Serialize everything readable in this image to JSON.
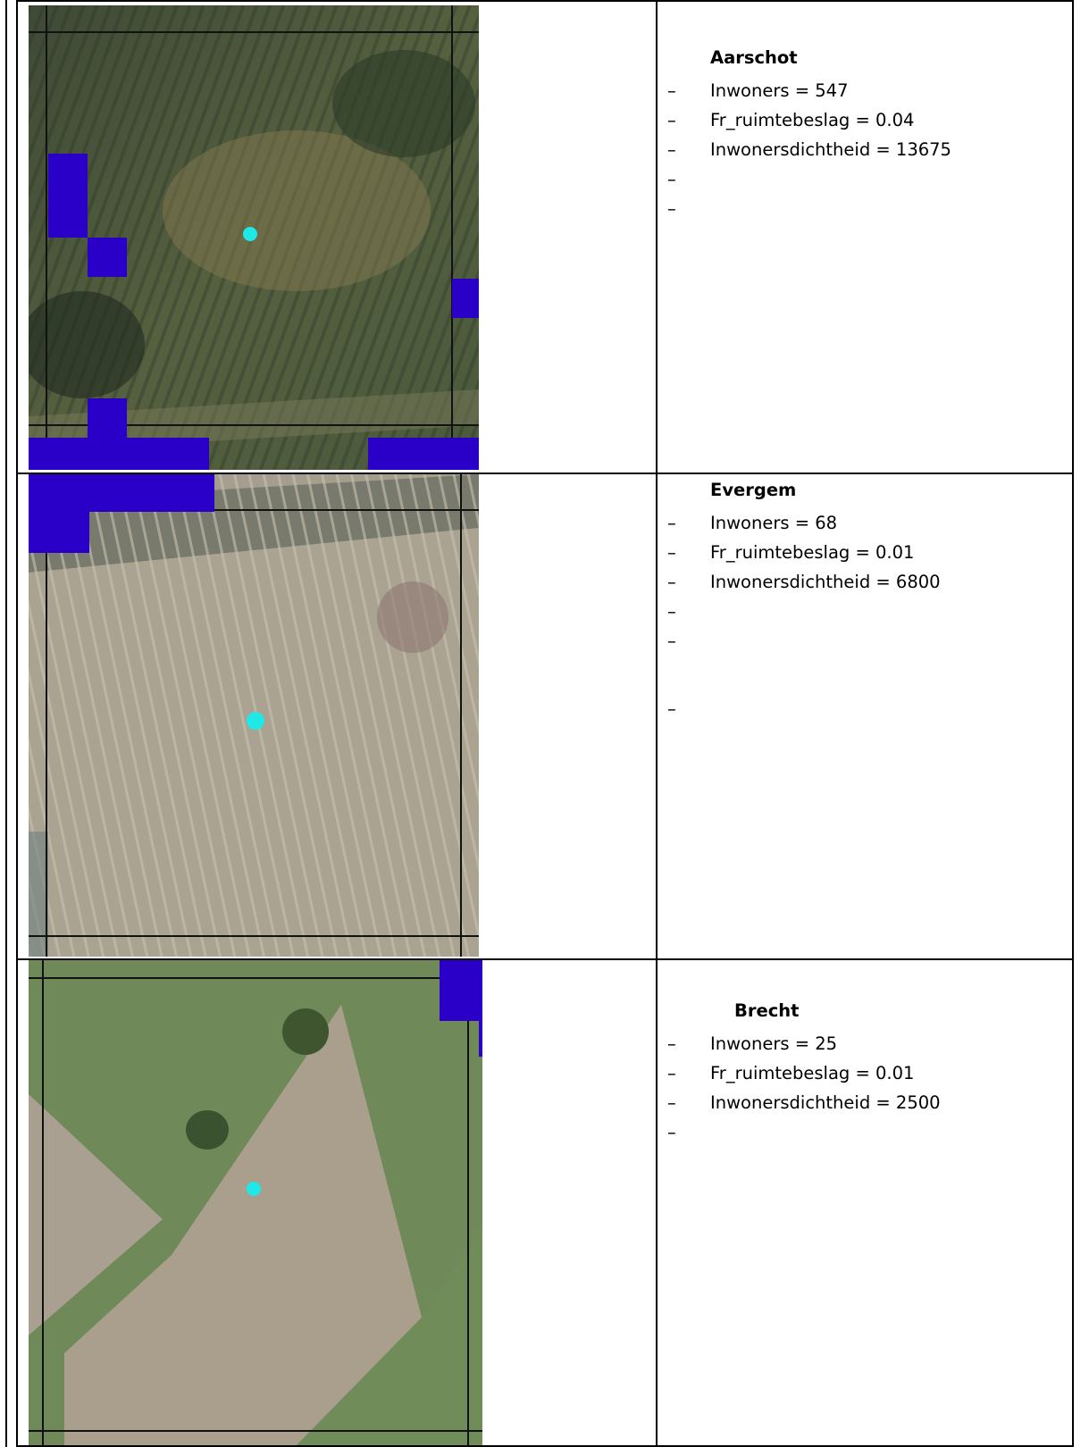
{
  "rows": [
    {
      "name": "Aarschot",
      "items": [
        "Inwoners = 547",
        "Fr_ruimtebeslag = 0.04",
        "Inwonersdichtheid = 13675",
        "",
        ""
      ],
      "extra_dash": false
    },
    {
      "name": "Evergem",
      "items": [
        "Inwoners = 68",
        "Fr_ruimtebeslag = 0.01",
        "Inwonersdichtheid = 6800",
        "",
        ""
      ],
      "extra_dash": true
    },
    {
      "name": "Brecht",
      "items": [
        "Inwoners = 25",
        "Fr_ruimtebeslag = 0.01",
        "Inwonersdichtheid = 2500",
        ""
      ],
      "extra_dash": false
    }
  ],
  "bullet": "–",
  "colors": {
    "built_up_cells": "#2a00c8",
    "center_point": "#1ee8e8",
    "grid_lines": "#111111"
  }
}
